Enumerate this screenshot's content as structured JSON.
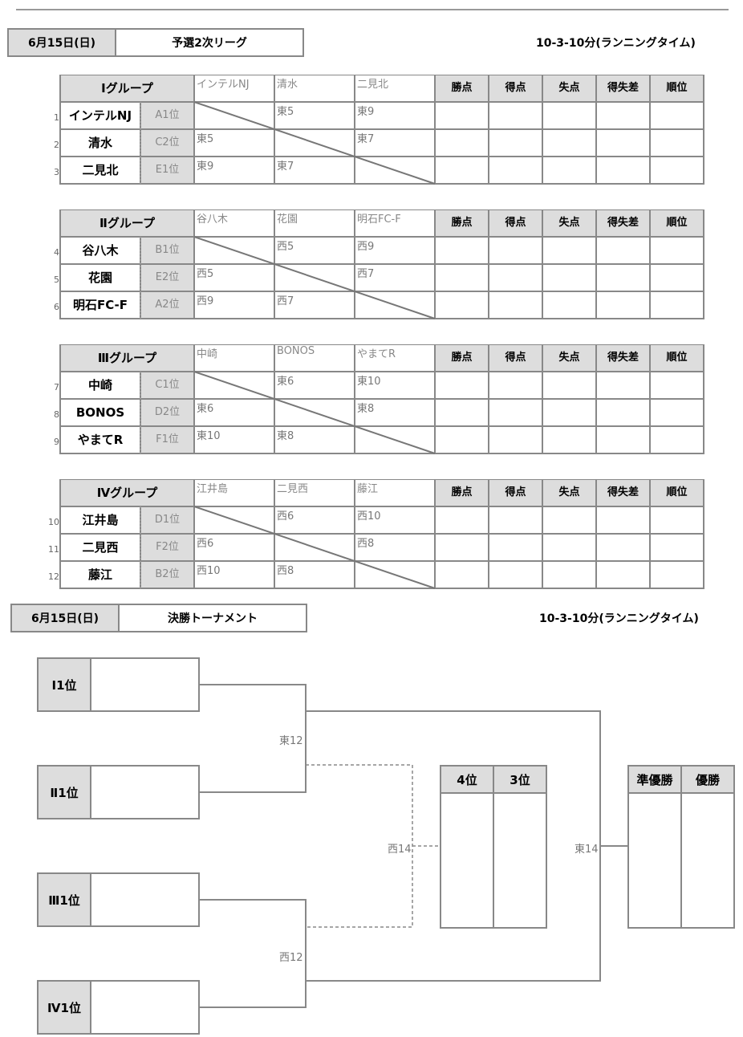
{
  "league_header": {
    "date": "6月15日(日)",
    "title": "予選2次リーグ",
    "time_note": "10-3-10分(ランニングタイム)"
  },
  "stat_headers": [
    "勝点",
    "得点",
    "失点",
    "得失差",
    "順位"
  ],
  "groups": [
    {
      "title": "Ⅰグループ",
      "cols": [
        "インテルNJ",
        "清水",
        "二見北"
      ],
      "teams": [
        {
          "num": "1",
          "name": "インテルNJ",
          "rank": "A1位"
        },
        {
          "num": "2",
          "name": "清水",
          "rank": "C2位"
        },
        {
          "num": "3",
          "name": "二見北",
          "rank": "E1位"
        }
      ],
      "cells": [
        [
          "",
          "東5",
          "東9"
        ],
        [
          "東5",
          "",
          "東7"
        ],
        [
          "東9",
          "東7",
          ""
        ]
      ]
    },
    {
      "title": "Ⅱグループ",
      "cols": [
        "谷八木",
        "花園",
        "明石FC-F"
      ],
      "teams": [
        {
          "num": "4",
          "name": "谷八木",
          "rank": "B1位"
        },
        {
          "num": "5",
          "name": "花園",
          "rank": "E2位"
        },
        {
          "num": "6",
          "name": "明石FC-F",
          "rank": "A2位"
        }
      ],
      "cells": [
        [
          "",
          "西5",
          "西9"
        ],
        [
          "西5",
          "",
          "西7"
        ],
        [
          "西9",
          "西7",
          ""
        ]
      ]
    },
    {
      "title": "Ⅲグループ",
      "cols": [
        "中崎",
        "BONOS",
        "やまてR"
      ],
      "teams": [
        {
          "num": "7",
          "name": "中崎",
          "rank": "C1位"
        },
        {
          "num": "8",
          "name": "BONOS",
          "rank": "D2位"
        },
        {
          "num": "9",
          "name": "やまてR",
          "rank": "F1位"
        }
      ],
      "cells": [
        [
          "",
          "東6",
          "東10"
        ],
        [
          "東6",
          "",
          "東8"
        ],
        [
          "東10",
          "東8",
          ""
        ]
      ]
    },
    {
      "title": "Ⅳグループ",
      "cols": [
        "江井島",
        "二見西",
        "藤江"
      ],
      "teams": [
        {
          "num": "10",
          "name": "江井島",
          "rank": "D1位"
        },
        {
          "num": "11",
          "name": "二見西",
          "rank": "F2位"
        },
        {
          "num": "12",
          "name": "藤江",
          "rank": "B2位"
        }
      ],
      "cells": [
        [
          "",
          "西6",
          "西10"
        ],
        [
          "西6",
          "",
          "西8"
        ],
        [
          "西10",
          "西8",
          ""
        ]
      ]
    }
  ],
  "tournament_header": {
    "date": "6月15日(日)",
    "title": "決勝トーナメント",
    "time_note": "10-3-10分(ランニングタイム)"
  },
  "tournament": {
    "seeds": [
      "Ⅰ1位",
      "Ⅱ1位",
      "Ⅲ1位",
      "Ⅳ1位"
    ],
    "semi_top": "東12",
    "semi_bottom": "西12",
    "third_place_match": "西14",
    "final_match": "東14",
    "third_boxes": [
      "4位",
      "3位"
    ],
    "final_boxes": [
      "準優勝",
      "優勝"
    ]
  }
}
